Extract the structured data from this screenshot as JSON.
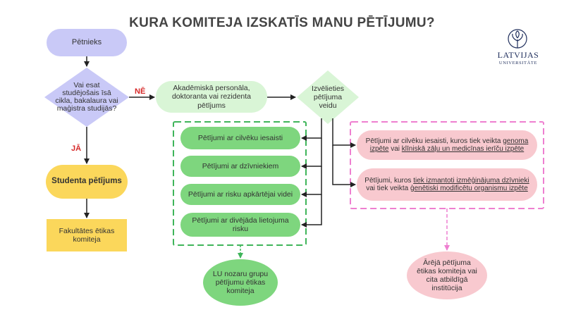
{
  "title": "KURA KOMITEJA IZSKATĪS MANU PĒTĪJUMU?",
  "logo": {
    "name": "LATVIJAS",
    "sub": "UNIVERSITĀTE"
  },
  "nodes": {
    "researcher": "Pētnieks",
    "question": "Vai esat studējošais īsā cikla, bakalaura vai maģistra studijās?",
    "academic": "Akadēmiskā personāla, doktoranta vai rezidenta pētījums",
    "choose_type": "Izvēlieties pētījuma veidu",
    "student_research": "Studenta pētījums",
    "faculty_committee": "Fakultātes ētikas komiteja",
    "human": "Pētījumi ar cilvēku iesaisti",
    "animals": "Pētījumi ar dzīvniekiem",
    "environment": "Pētījumi ar risku apkārtējai videi",
    "dual_use": "Pētījumi ar divējāda lietojuma risku",
    "lu_committee": "LU nozaru grupu pētījumu ētikas komiteja",
    "external": "Ārējā pētījuma ētikas komiteja vai cita atbildīgā institūcija",
    "genome": {
      "prefix": "Pētījumi ar cilvēku iesaisti, kuros tiek veikta ",
      "link1": "genoma izpēte",
      "mid": " vai ",
      "link2": "klīniskā zāļu un medicīnas ierīču izpēte"
    },
    "gmo": {
      "prefix": "Pētījumi, kuros ",
      "link1": "tiek izmantoti izmēģinājuma dzīvnieki",
      "mid": " vai tiek veikta ",
      "link2": "ģenētiski modificētu organismu izpēte"
    }
  },
  "labels": {
    "no": "NĒ",
    "yes": "JĀ"
  },
  "colors": {
    "purple": "#c9c9f7",
    "light_green": "#d9f5d6",
    "green": "#7ed67e",
    "yellow": "#fbd75b",
    "pink": "#f8c9cf",
    "green_dash": "#3fb55a",
    "pink_dash": "#ee7fd0",
    "arrow": "#222222",
    "label_red": "#d62828"
  }
}
